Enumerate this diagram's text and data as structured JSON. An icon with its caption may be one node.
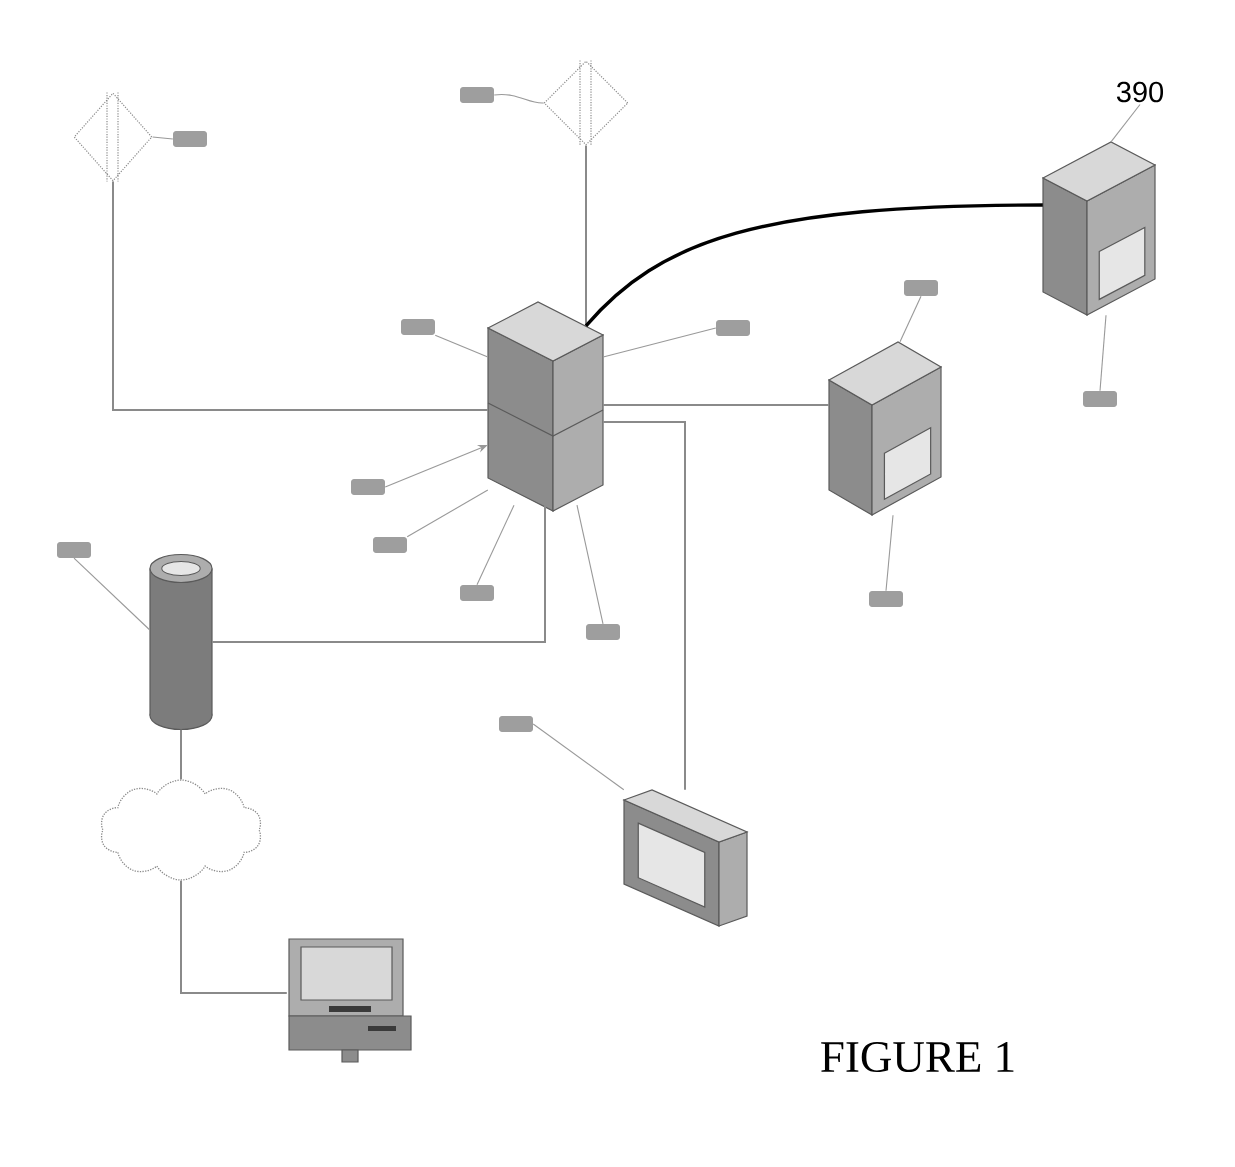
{
  "diagram": {
    "caption": "FIGURE 1",
    "nodes": [
      {
        "text": [],
        "shape": "diamond"
      },
      {
        "text": [],
        "shape": "diamond"
      },
      {
        "text": [
          "390"
        ]
      },
      {
        "text": [],
        "shape": "picture"
      },
      {
        "text": [],
        "shape": "picture"
      },
      {
        "text": [],
        "shape": "picture"
      },
      {
        "text": [],
        "shape": "cylinder"
      },
      {
        "text": [],
        "shape": "picture"
      },
      {
        "text": [],
        "shape": "cloud"
      },
      {
        "text": [],
        "shape": "picture"
      },
      {
        "text": [],
        "shape": "box"
      },
      {
        "text": [],
        "shape": "box"
      },
      {
        "text": [],
        "shape": "box"
      },
      {
        "text": [],
        "shape": "box"
      },
      {
        "text": [],
        "shape": "box"
      },
      {
        "text": [],
        "shape": "box"
      },
      {
        "text": [],
        "shape": "box"
      },
      {
        "text": [],
        "shape": "box"
      },
      {
        "text": [],
        "shape": "box"
      },
      {
        "text": [],
        "shape": "box"
      },
      {
        "text": [],
        "shape": "box"
      },
      {
        "text": [],
        "shape": "box"
      },
      {
        "text": [],
        "shape": "box"
      }
    ],
    "edges": [
      {
        "from": 0,
        "to": 4,
        "arrow": "none"
      },
      {
        "from": 1,
        "to": 4,
        "arrow": "none"
      },
      {
        "from": 4,
        "to": 3,
        "arrow": "none",
        "style": "thick",
        "color": "#000000"
      },
      {
        "from": 4,
        "to": 5,
        "arrow": "none"
      },
      {
        "from": 4,
        "to": 7,
        "arrow": "none"
      },
      {
        "from": 4,
        "to": 6,
        "arrow": "none"
      },
      {
        "from": 6,
        "to": 8,
        "arrow": "none"
      },
      {
        "from": 8,
        "to": 9,
        "arrow": "none"
      },
      {
        "from": 2,
        "to": 3,
        "arrow": "none"
      },
      {
        "from": 11,
        "to": 0,
        "arrow": "none"
      },
      {
        "from": 10,
        "to": 1,
        "arrow": "none"
      },
      {
        "from": 15,
        "to": 3,
        "arrow": "none"
      },
      {
        "from": 13,
        "to": 4,
        "arrow": "none"
      },
      {
        "from": 14,
        "to": 4,
        "arrow": "none"
      },
      {
        "from": 16,
        "to": 4,
        "arrow": "to"
      },
      {
        "from": 17,
        "to": 4,
        "arrow": "none"
      },
      {
        "from": 19,
        "to": 4,
        "arrow": "none"
      },
      {
        "from": 21,
        "to": 4,
        "arrow": "none"
      },
      {
        "from": 12,
        "to": 5,
        "arrow": "none"
      },
      {
        "from": 20,
        "to": 5,
        "arrow": "none"
      },
      {
        "from": 18,
        "to": 6,
        "arrow": "none"
      },
      {
        "from": 22,
        "to": 7,
        "arrow": "none"
      }
    ]
  }
}
